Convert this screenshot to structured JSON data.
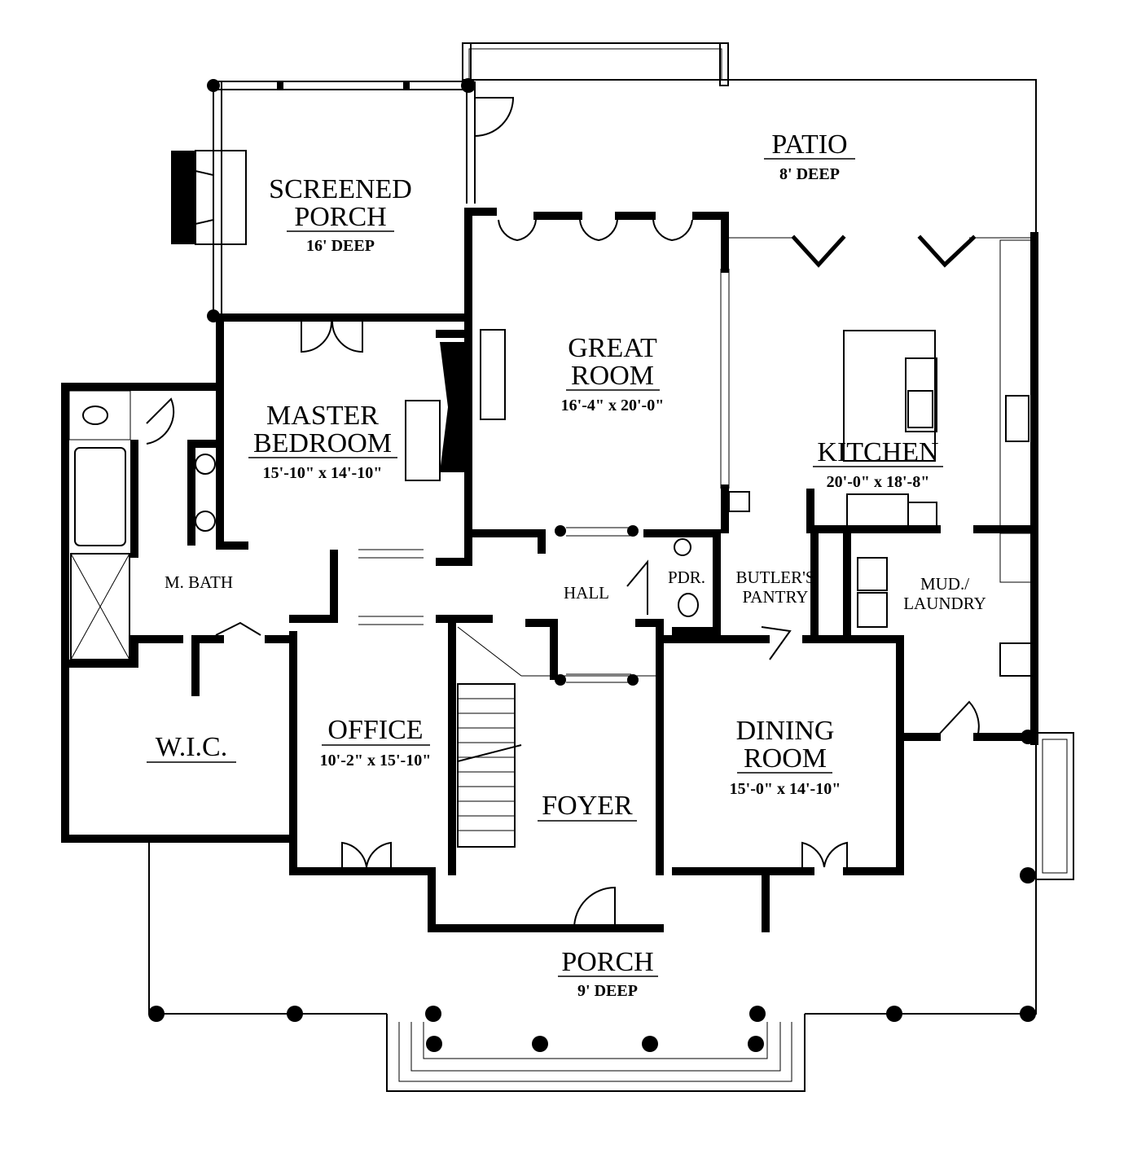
{
  "title": "Floor Plan",
  "rooms": {
    "screened_porch": {
      "name_line1": "SCREENED",
      "name_line2": "PORCH",
      "size": "16' DEEP"
    },
    "patio": {
      "name": "PATIO",
      "size": "8' DEEP"
    },
    "great_room": {
      "name_line1": "GREAT",
      "name_line2": "ROOM",
      "size": "16'-4\" x 20'-0\""
    },
    "master_bedroom": {
      "name_line1": "MASTER",
      "name_line2": "BEDROOM",
      "size": "15'-10\" x 14'-10\""
    },
    "kitchen": {
      "name": "KITCHEN",
      "size": "20'-0\" x 18'-8\""
    },
    "master_bath": {
      "name": "M. BATH"
    },
    "hall": {
      "name": "HALL"
    },
    "powder": {
      "name": "PDR."
    },
    "butlers_pantry": {
      "name_line1": "BUTLER'S",
      "name_line2": "PANTRY"
    },
    "mud_laundry": {
      "name_line1": "MUD./",
      "name_line2": "LAUNDRY"
    },
    "wic": {
      "name": "W.I.C."
    },
    "office": {
      "name": "OFFICE",
      "size": "10'-2\" x 15'-10\""
    },
    "foyer": {
      "name": "FOYER"
    },
    "dining_room": {
      "name_line1": "DINING",
      "name_line2": "ROOM",
      "size": "15'-0\" x 14'-10\""
    },
    "porch": {
      "name": "PORCH",
      "size": "9' DEEP"
    }
  }
}
